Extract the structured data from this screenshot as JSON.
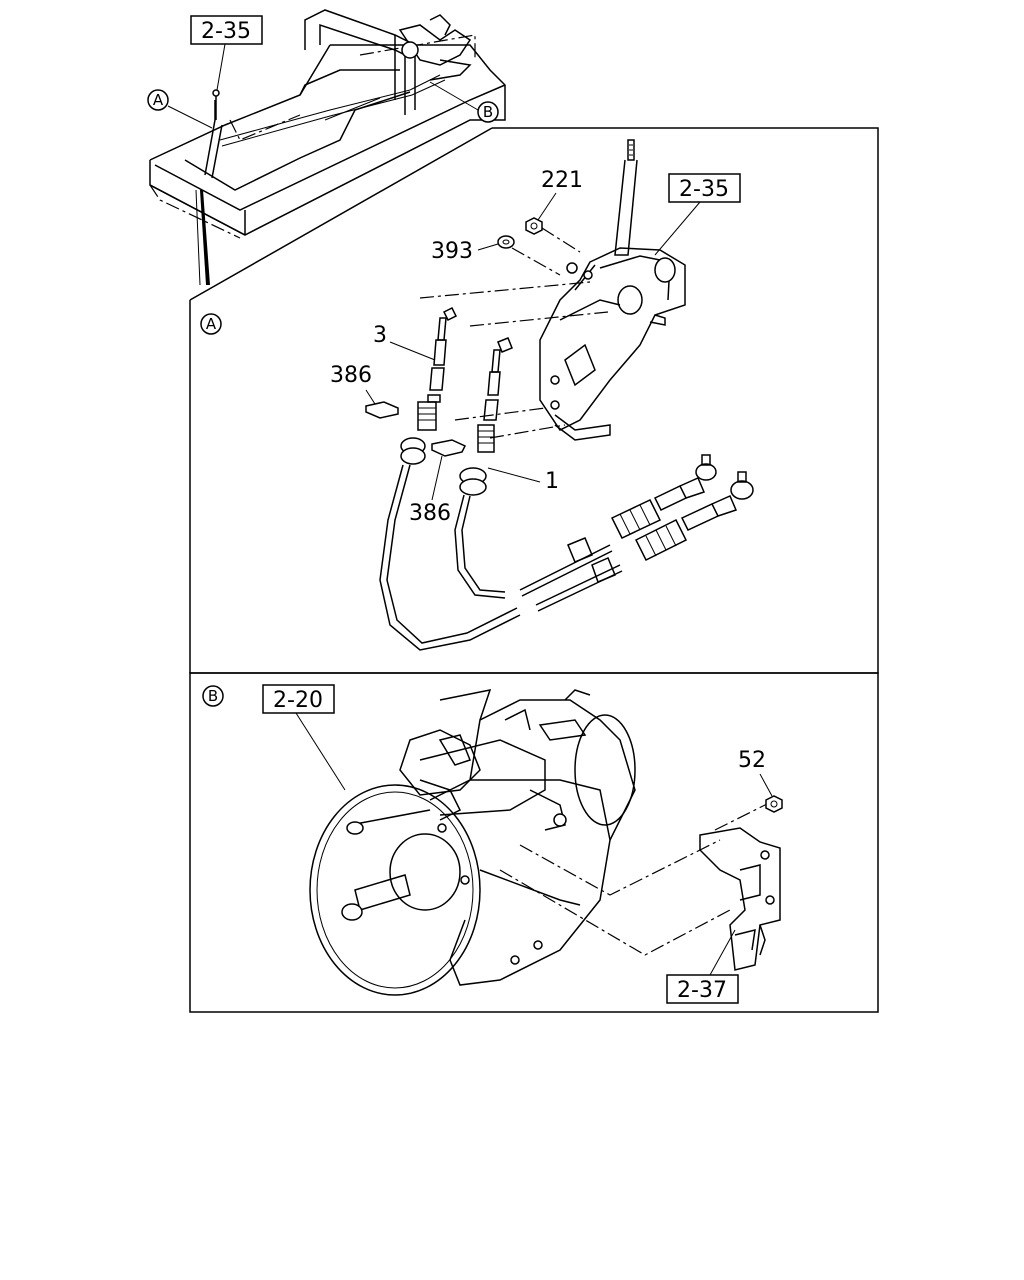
{
  "refs": {
    "top_left": "2-35",
    "panel_a_top": "2-35",
    "panel_b_top": "2-20",
    "panel_b_bottom": "2-37"
  },
  "callouts": {
    "a": "A",
    "b": "B"
  },
  "part_numbers": {
    "p221": "221",
    "p393": "393",
    "p3": "3",
    "p386_upper": "386",
    "p386_lower": "386",
    "p1": "1",
    "p52": "52"
  }
}
